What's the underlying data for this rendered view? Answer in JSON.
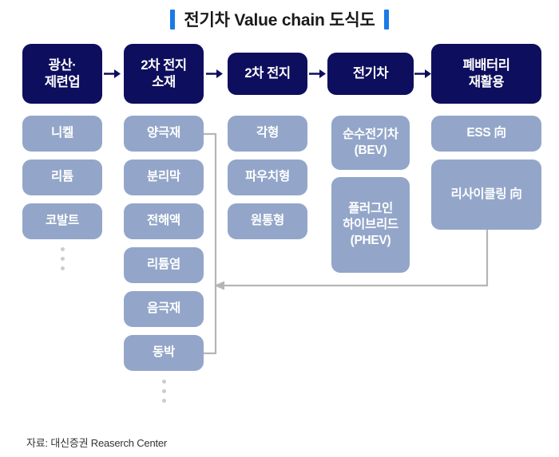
{
  "title": {
    "text": "전기차 Value chain 도식도",
    "accent_color": "#1a7ae8"
  },
  "colors": {
    "stage_header": "#0e0e5e",
    "item_box": "#93a6c9",
    "connector": "#b5b5b5",
    "dots": "#cccccc",
    "text_on_dark": "#ffffff"
  },
  "stages": [
    {
      "id": "mining",
      "label": "광산·\n제련업"
    },
    {
      "id": "materials",
      "label": "2차 전지\n소재"
    },
    {
      "id": "battery",
      "label": "2차 전지"
    },
    {
      "id": "ev",
      "label": "전기차"
    },
    {
      "id": "recycling",
      "label": "폐배터리\n재활용"
    }
  ],
  "stage_arrows": [
    {
      "from": "mining",
      "to": "materials"
    },
    {
      "from": "materials",
      "to": "battery"
    },
    {
      "from": "battery",
      "to": "ev"
    },
    {
      "from": "ev",
      "to": "recycling"
    }
  ],
  "columns": [
    {
      "id": "mining-items",
      "items": [
        {
          "label": "니켈"
        },
        {
          "label": "리튬"
        },
        {
          "label": "코발트"
        }
      ],
      "has_ellipsis": true
    },
    {
      "id": "materials-items",
      "items": [
        {
          "label": "양극재"
        },
        {
          "label": "분리막"
        },
        {
          "label": "전해액"
        },
        {
          "label": "리튬염"
        },
        {
          "label": "음극재"
        },
        {
          "label": "동박"
        }
      ],
      "has_ellipsis": true
    },
    {
      "id": "battery-items",
      "items": [
        {
          "label": "각형"
        },
        {
          "label": "파우치형"
        },
        {
          "label": "원통형"
        }
      ],
      "has_ellipsis": false
    },
    {
      "id": "ev-items",
      "items": [
        {
          "label": "순수전기차\n(BEV)"
        },
        {
          "label": "플러그인\n하이브리드\n(PHEV)"
        }
      ],
      "has_ellipsis": false
    },
    {
      "id": "recycling-items",
      "items": [
        {
          "label": "ESS 向"
        },
        {
          "label": "리사이클링 向"
        }
      ],
      "has_ellipsis": false
    }
  ],
  "feedback_flow": {
    "from": "리사이클링 向",
    "to": "2차 전지 소재",
    "direction": "left"
  },
  "footer": {
    "source": "자료: 대신증권 Reaserch Center"
  }
}
